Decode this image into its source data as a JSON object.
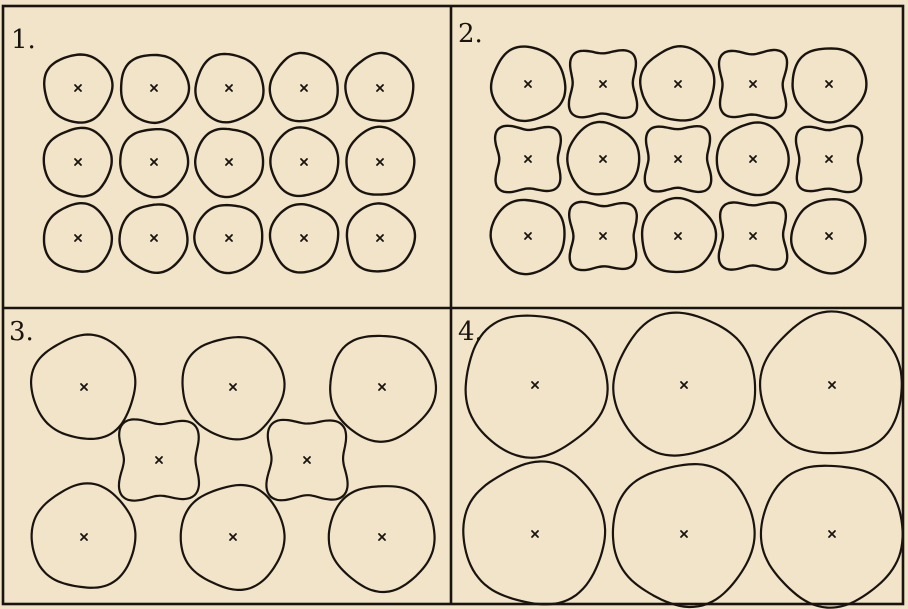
{
  "panels": [
    {
      "label": "1.",
      "cells": [
        "circle",
        "circle",
        "circle",
        "circle",
        "circle",
        "circle",
        "circle",
        "circle",
        "circle",
        "circle",
        "circle",
        "circle",
        "circle",
        "circle",
        "circle"
      ]
    },
    {
      "label": "2.",
      "cells": [
        "circle",
        "square",
        "circle",
        "square",
        "circle",
        "square",
        "circle",
        "square",
        "circle",
        "square",
        "circle",
        "square",
        "circle",
        "square",
        "circle"
      ]
    },
    {
      "label": "3.",
      "cells": [
        "circle",
        "circle",
        "circle",
        "square",
        "square",
        "circle",
        "circle",
        "circle"
      ]
    },
    {
      "label": "4.",
      "cells": [
        "circle",
        "circle",
        "circle",
        "circle",
        "circle",
        "circle"
      ]
    }
  ],
  "colors": {
    "paper": "#f1e4c8",
    "ink": "#1a1410"
  }
}
